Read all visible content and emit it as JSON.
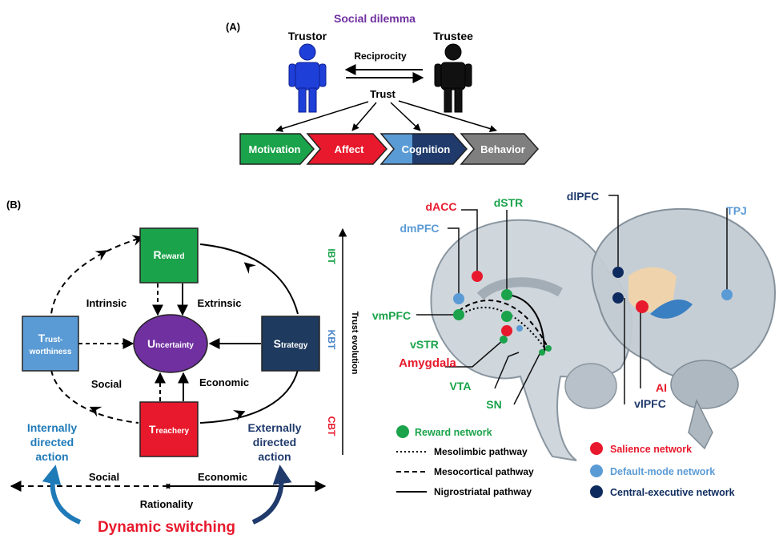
{
  "panel_a": {
    "label": "(A)",
    "title": "Social dilemma",
    "trustor": "Trustor",
    "trustee": "Trustee",
    "reciprocity": "Reciprocity",
    "trust": "Trust",
    "chevrons": [
      {
        "label": "Motivation",
        "color": "#1aa34a"
      },
      {
        "label": "Affect",
        "color": "#e8192c"
      },
      {
        "label": "Cognition",
        "color": "#1f3a6b"
      },
      {
        "label": "Behavior",
        "color": "#7f7f7f"
      }
    ],
    "colors": {
      "trustor": "#1f3fd9",
      "trustee": "#111111",
      "title": "#7030a0"
    }
  },
  "panel_b": {
    "label": "(B)",
    "boxes": {
      "reward_initial": "R",
      "reward_rest": "eward",
      "trust_initial": "T",
      "trust_rest_1": "rust-",
      "trust_rest_2": "worthiness",
      "uncertainty_initial": "U",
      "uncertainty_rest": "ncertainty",
      "strategy_initial": "S",
      "strategy_rest": "trategy",
      "treachery_initial": "T",
      "treachery_rest": "reachery"
    },
    "edge_labels": {
      "intrinsic": "Intrinsic",
      "extrinsic": "Extrinsic",
      "social": "Social",
      "economic": "Economic"
    },
    "internal_action": [
      "Internally",
      "directed",
      "action"
    ],
    "external_action": [
      "Externally",
      "directed",
      "action"
    ],
    "bottom_social": "Social",
    "bottom_economic": "Economic",
    "rationality": "Rationality",
    "dynamic_switching": "Dynamic switching",
    "trust_evolution": "Trust evolution",
    "stages": [
      {
        "label": "IBT",
        "color": "#1aa34a"
      },
      {
        "label": "KBT",
        "color": "#4a86c8"
      },
      {
        "label": "CBT",
        "color": "#e8192c"
      }
    ],
    "colors": {
      "reward": "#1aa34a",
      "trustworthiness": "#5b9bd5",
      "uncertainty": "#7030a0",
      "strategy": "#1f3a5f",
      "treachery": "#e8192c",
      "internal": "#1f7ab8",
      "external": "#1f3a6b"
    }
  },
  "brain": {
    "regions": [
      {
        "label": "dACC",
        "color": "#e8192c"
      },
      {
        "label": "dmPFC",
        "color": "#5b9bd5"
      },
      {
        "label": "dSTR",
        "color": "#1aa34a"
      },
      {
        "label": "vmPFC",
        "color": "#1aa34a"
      },
      {
        "label": "vSTR",
        "color": "#1aa34a"
      },
      {
        "label": "Amygdala",
        "color": "#e8192c"
      },
      {
        "label": "VTA",
        "color": "#1aa34a"
      },
      {
        "label": "SN",
        "color": "#1aa34a"
      },
      {
        "label": "dlPFC",
        "color": "#1f3a6b"
      },
      {
        "label": "TPJ",
        "color": "#5b9bd5"
      },
      {
        "label": "AI",
        "color": "#e8192c"
      },
      {
        "label": "vlPFC",
        "color": "#1f3a6b"
      }
    ]
  },
  "legend": {
    "reward_network": "Reward network",
    "mesolimbic": "Mesolimbic pathway",
    "mesocortical": "Mesocortical pathway",
    "nigrostriatal": "Nigrostriatal pathway",
    "salience": "Salience network",
    "default_mode": "Default-mode network",
    "central_executive": "Central-executive network",
    "colors": {
      "reward": "#1aa34a",
      "salience": "#e8192c",
      "default_mode": "#5b9bd5",
      "central_executive": "#0d2b5e"
    }
  }
}
